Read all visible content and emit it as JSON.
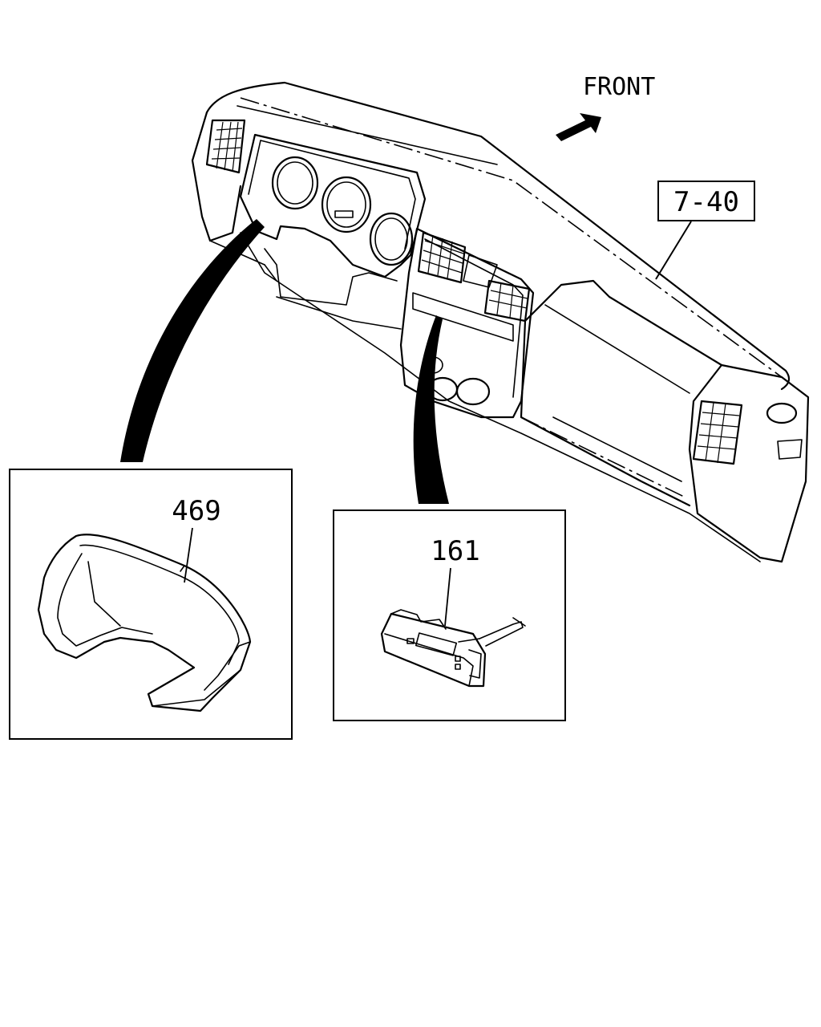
{
  "direction_label": "FRONT",
  "reference_label": "7-40",
  "callouts": {
    "cluster_bezel": "469",
    "center_switch": "161"
  }
}
